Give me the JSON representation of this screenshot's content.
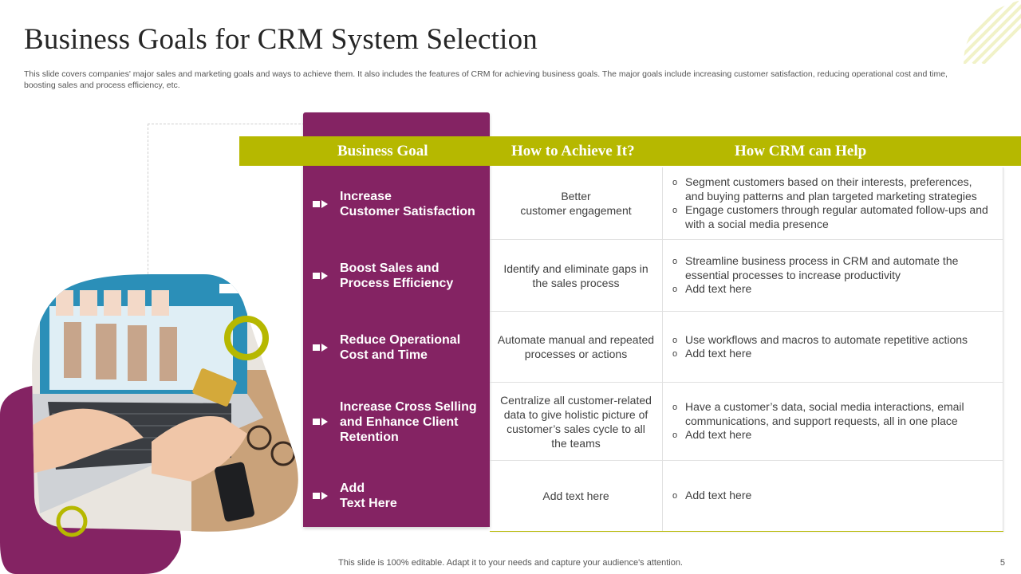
{
  "slide": {
    "title": "Business Goals for CRM System Selection",
    "description": "This slide covers companies' major sales and marketing goals and ways to achieve them. It also includes the features of CRM for achieving business goals. The major goals include increasing customer satisfaction, reducing operational cost and time, boosting sales and process efficiency, etc.",
    "footer": "This slide is 100% editable. Adapt it to your needs and capture your audience's attention.",
    "page_number": "5"
  },
  "colors": {
    "accent_olive": "#b6b800",
    "accent_purple": "#842363",
    "text": "#404040"
  },
  "table": {
    "headers": {
      "goal": "Business Goal",
      "how": "How to Achieve It?",
      "crm": "How CRM can Help"
    },
    "rows": [
      {
        "goal": "Increase\nCustomer Satisfaction",
        "how": "Better\ncustomer engagement",
        "crm": [
          "Segment customers based on their interests, preferences, and buying patterns and plan targeted marketing strategies",
          "Engage customers through regular automated follow-ups and with a social media presence"
        ]
      },
      {
        "goal": "Boost Sales and\nProcess Efficiency",
        "how": "Identify and eliminate gaps in the sales process",
        "crm": [
          "Streamline business process in CRM and automate the essential processes to increase productivity",
          "Add text here"
        ]
      },
      {
        "goal": "Reduce Operational\nCost and Time",
        "how": "Automate manual and repeated processes or actions",
        "crm": [
          "Use workflows and macros to automate repetitive actions",
          "Add text here"
        ]
      },
      {
        "goal": "Increase Cross Selling\nand Enhance Client\nRetention",
        "how": "Centralize all customer-related data to give holistic picture of customer’s sales cycle to all\nthe teams",
        "crm": [
          "Have a customer’s data, social media interactions, email communications, and support requests, all in one place",
          "Add text here"
        ]
      },
      {
        "goal": "Add\nText Here",
        "how": "Add text here",
        "crm": [
          "Add text here"
        ]
      }
    ]
  },
  "icons": {
    "row_marker": "arrow-flag-icon"
  }
}
